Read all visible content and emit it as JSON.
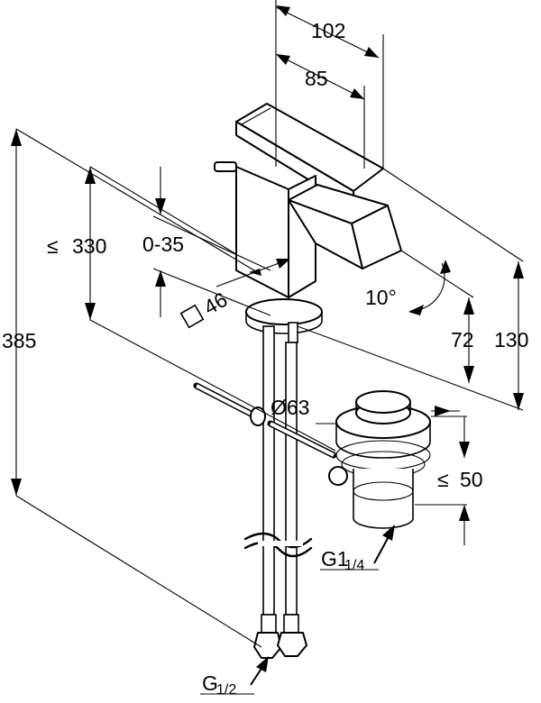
{
  "dimensions": {
    "width_total": "102",
    "width_body": "85",
    "height_max_prefix": "≤",
    "height_max": "330",
    "lift_range": "0-35",
    "square_size": "46",
    "spout_angle": "10°",
    "spout_height": "72",
    "total_body_height": "130",
    "overall_height": "385",
    "waste_diameter": "Ø63",
    "waste_depth_prefix": "≤",
    "waste_depth": "50"
  },
  "threads": {
    "waste_main": "G1",
    "waste_sub": "1/4",
    "supply_main": "G",
    "supply_sub": "1/2"
  }
}
